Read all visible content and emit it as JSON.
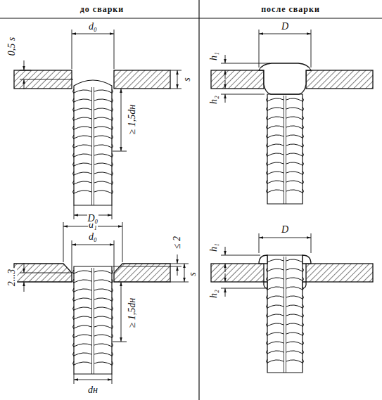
{
  "diagram": {
    "labels": [
      "до сварки",
      "после сварки",
      "0,5 s",
      "d₀",
      "s",
      "≥ 1,5dн",
      "d₁",
      "D",
      "h₁",
      "h₂",
      "D₀",
      "d₀",
      "2...3",
      "≤ 2",
      "s",
      "≥ 1,5dн",
      "dн",
      "D",
      "h₁",
      "h₂"
    ]
  }
}
